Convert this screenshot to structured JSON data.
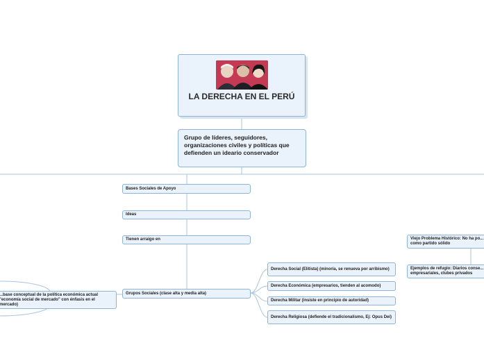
{
  "root": {
    "title": "LA DERECHA EN EL PERÚ",
    "image": "three-people-photo"
  },
  "definition": "Grupo de líderes, seguidores, organizaciones civiles y políticas que defienden un ideario conservador",
  "branches": {
    "bases": "Bases Sociales de Apoyo",
    "ideas": "Ideas",
    "arraigo": "Tienen arraigo en",
    "grupos": "Grupos Sociales (clase alta y media alta)"
  },
  "subtopics": {
    "social": "Derecha Social (Elitista) (minoría, se renueva por arribismo)",
    "economica": "Derecha Económica (empresarios, tienden al acomodo)",
    "militar": "Derecha Militar (insiste en principio de autoridad)",
    "religiosa": "Derecha Religiosa (defiende el tradicionalismo, Ej: Opus Dei)"
  },
  "left_node": "...base conceptual de la política económica actual \"economía social de mercado\" con énfasis en el mercado)",
  "right_nodes": {
    "viejo": "Viejo Problema Histórico: No ha po... como partido sólido",
    "ejemplos": "Ejemplos de refugio: Diarios conse... empresariales, clubes privados"
  },
  "colors": {
    "node_fill": "#eaf2fb",
    "node_border": "#8fb3d9",
    "line": "#a9c4de",
    "photo_bg": "#c43a55"
  }
}
